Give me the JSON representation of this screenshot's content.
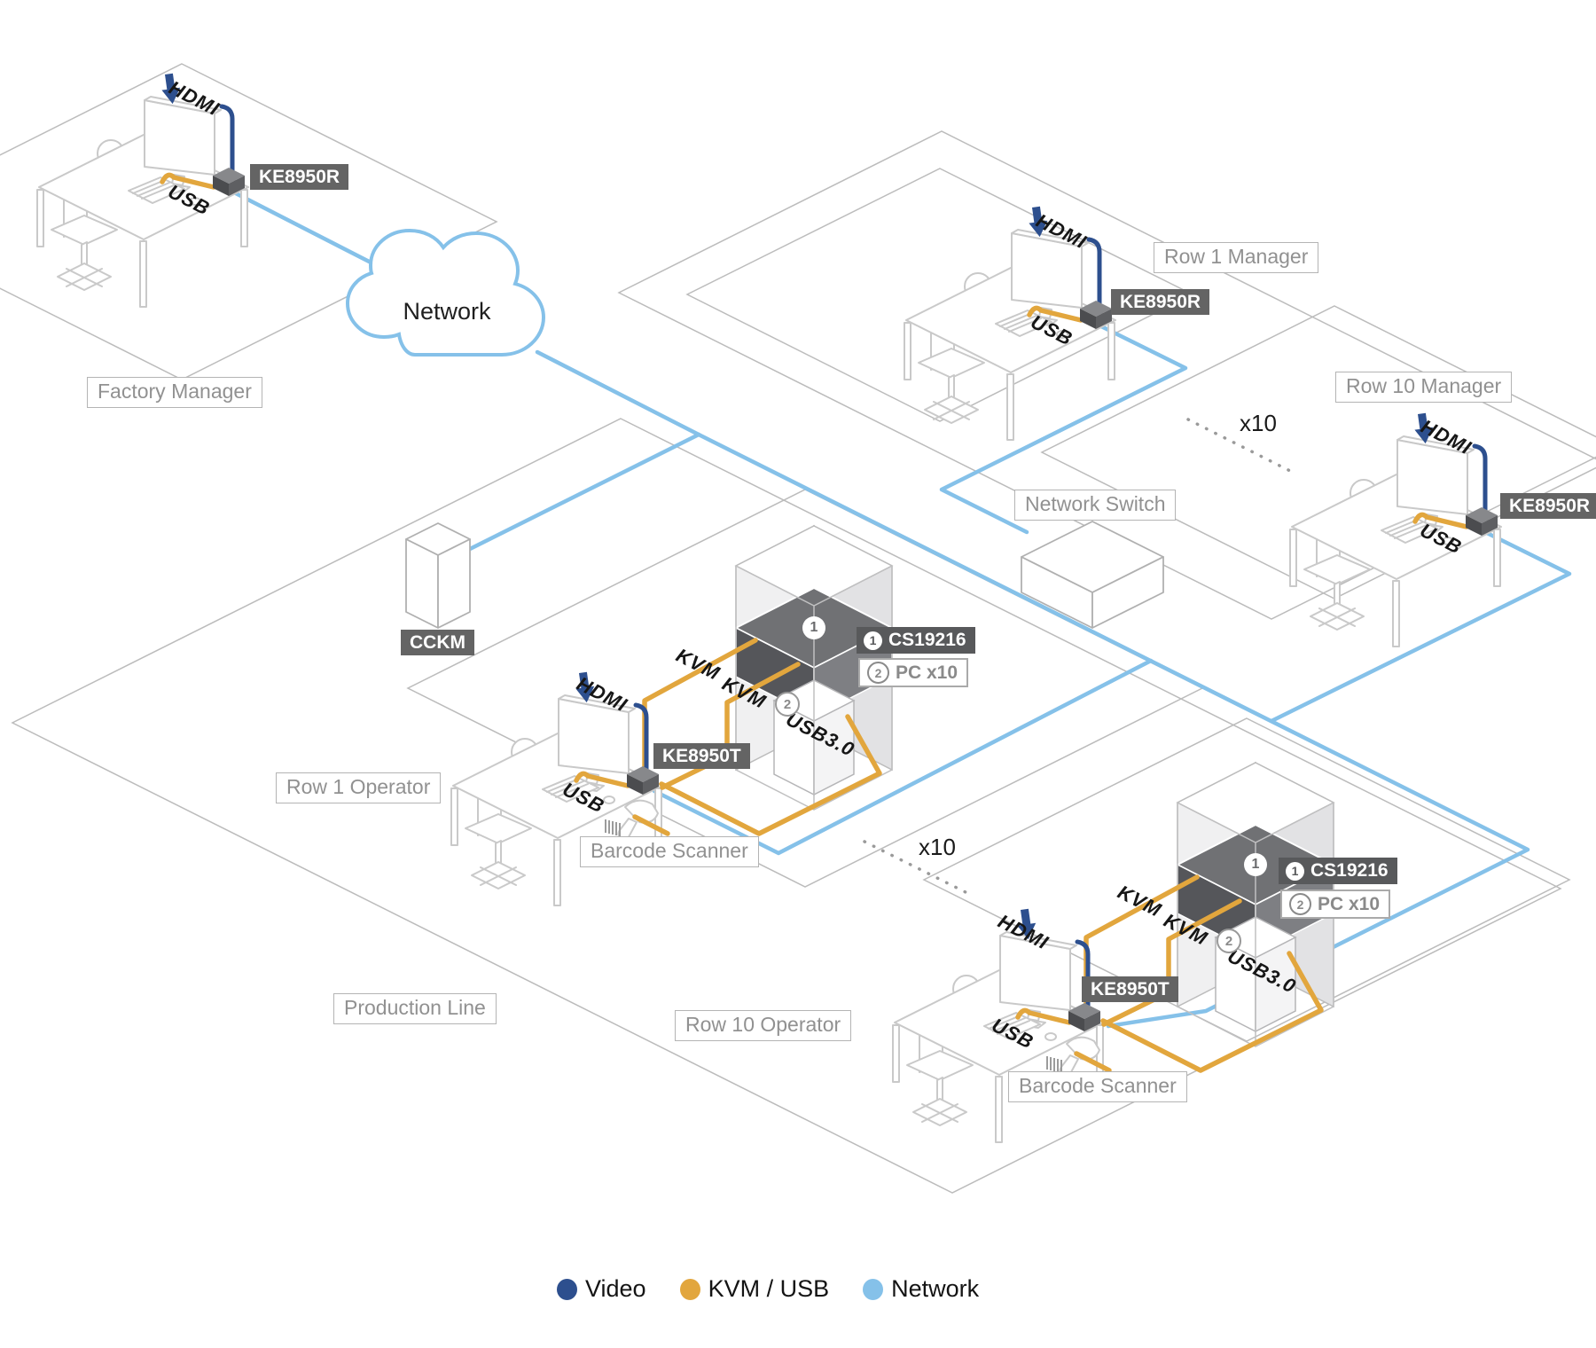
{
  "diagram": {
    "cloud_label": "Network",
    "cckm_label": "CCKM",
    "network_switch_label": "Network Switch",
    "production_line_label": "Production Line",
    "barcode_scanner_label": "Barcode Scanner",
    "multiplier_label": "x10",
    "areas": {
      "factory_manager": "Factory Manager",
      "row1_manager": "Row 1 Manager",
      "row10_manager": "Row 10 Manager",
      "row1_operator": "Row 1 Operator",
      "row10_operator": "Row 10 Operator"
    },
    "devices": {
      "receiver": "KE8950R",
      "transmitter": "KE8950T",
      "kvm_switch": "CS19216",
      "pc": "PC x10"
    },
    "cables": {
      "hdmi": "HDMI",
      "usb": "USB",
      "kvm": "KVM",
      "usb3": "USB3.0"
    },
    "callout_numbers": {
      "one": "1",
      "two": "2"
    },
    "legend": {
      "items": [
        {
          "label": "Video",
          "color": "#2d4f8e"
        },
        {
          "label": "KVM / USB",
          "color": "#e2a63d"
        },
        {
          "label": "Network",
          "color": "#85c1e9"
        }
      ]
    }
  }
}
